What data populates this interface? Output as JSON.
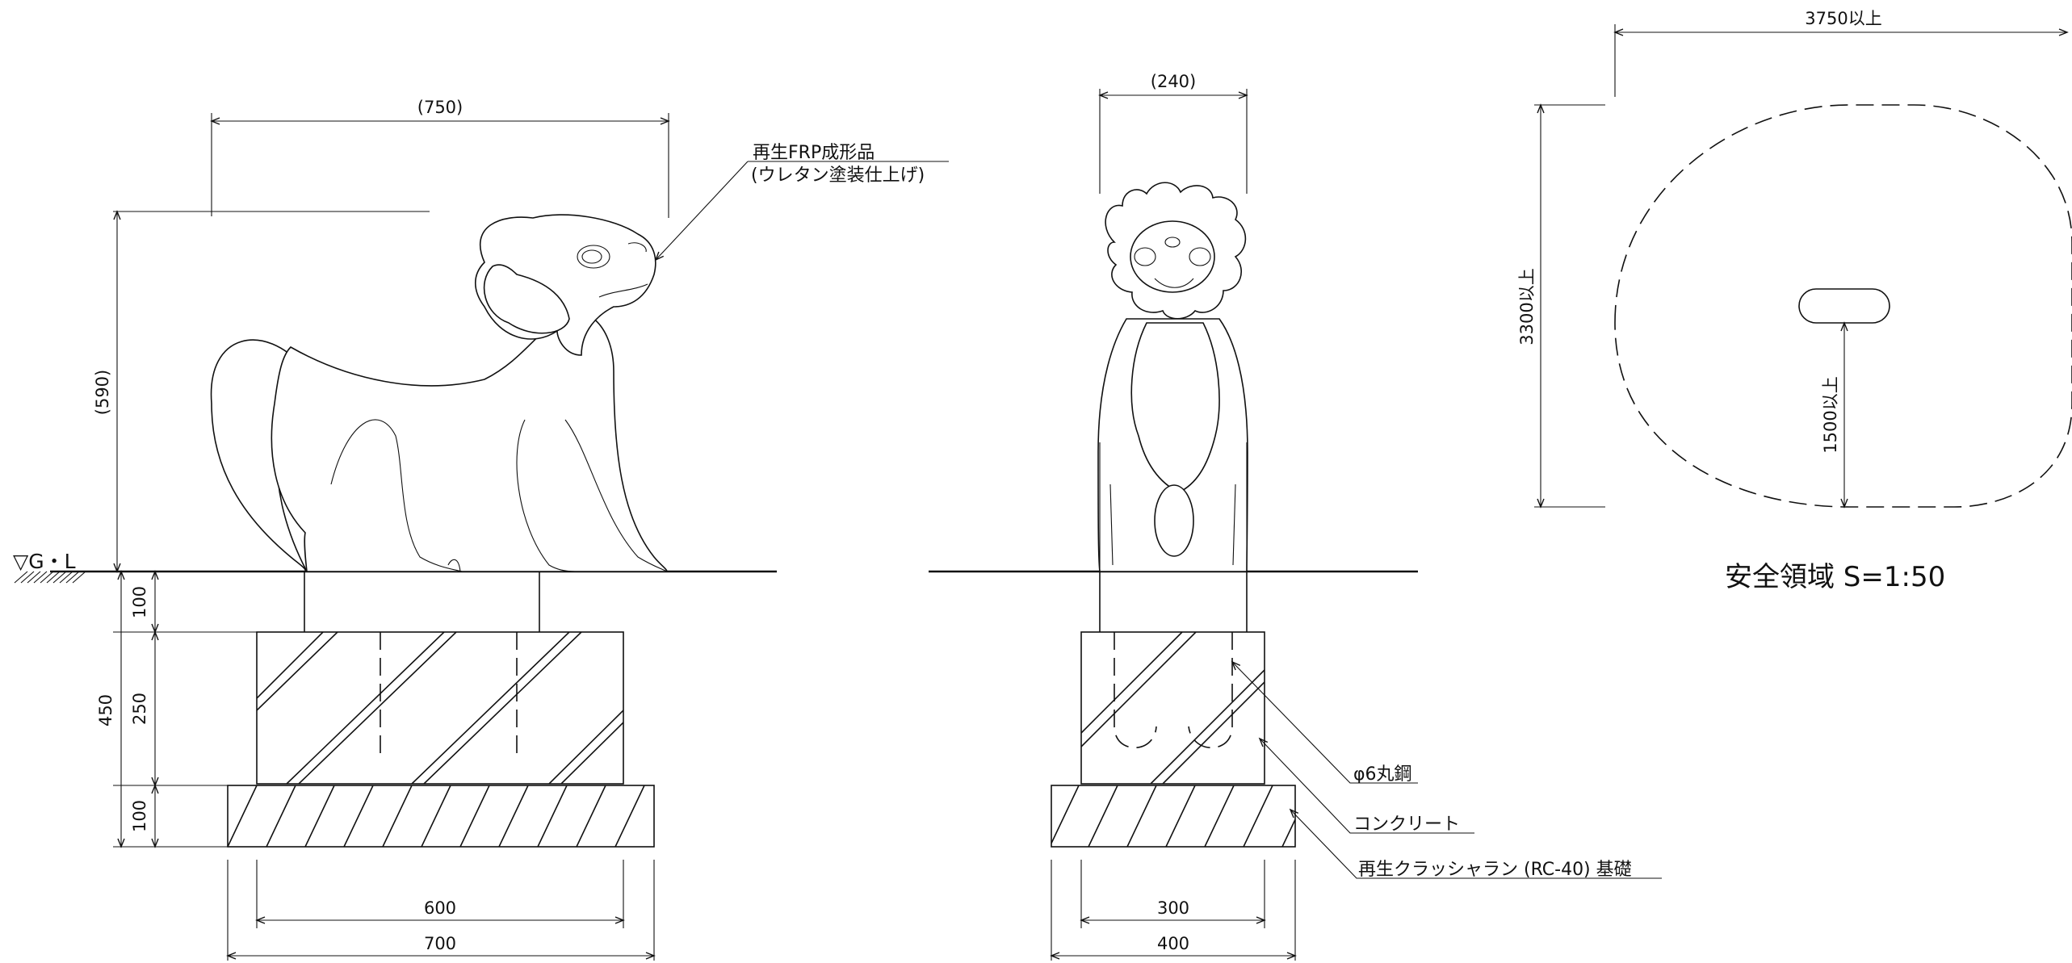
{
  "side_view": {
    "height_label": "(590)",
    "width_label": "(750)",
    "gl_label": "▽G・L",
    "dim_100_top": "100",
    "dim_450": "450",
    "dim_250": "250",
    "dim_100_bottom": "100",
    "dim_600": "600",
    "dim_700": "700",
    "material_label_line1": "再生FRP成形品",
    "material_label_line2": "(ウレタン塗装仕上げ)"
  },
  "front_view": {
    "width_label": "(240)",
    "dim_300": "300",
    "dim_400": "400",
    "callout_rebar": "φ6丸鋼",
    "callout_concrete": "コンクリート",
    "callout_base": "再生クラッシャラン (RC-40) 基礎"
  },
  "safety_area": {
    "width_label": "3750以上",
    "height_label": "3300以上",
    "inner_label": "1500以上",
    "title": "安全領域 S=1:50"
  }
}
